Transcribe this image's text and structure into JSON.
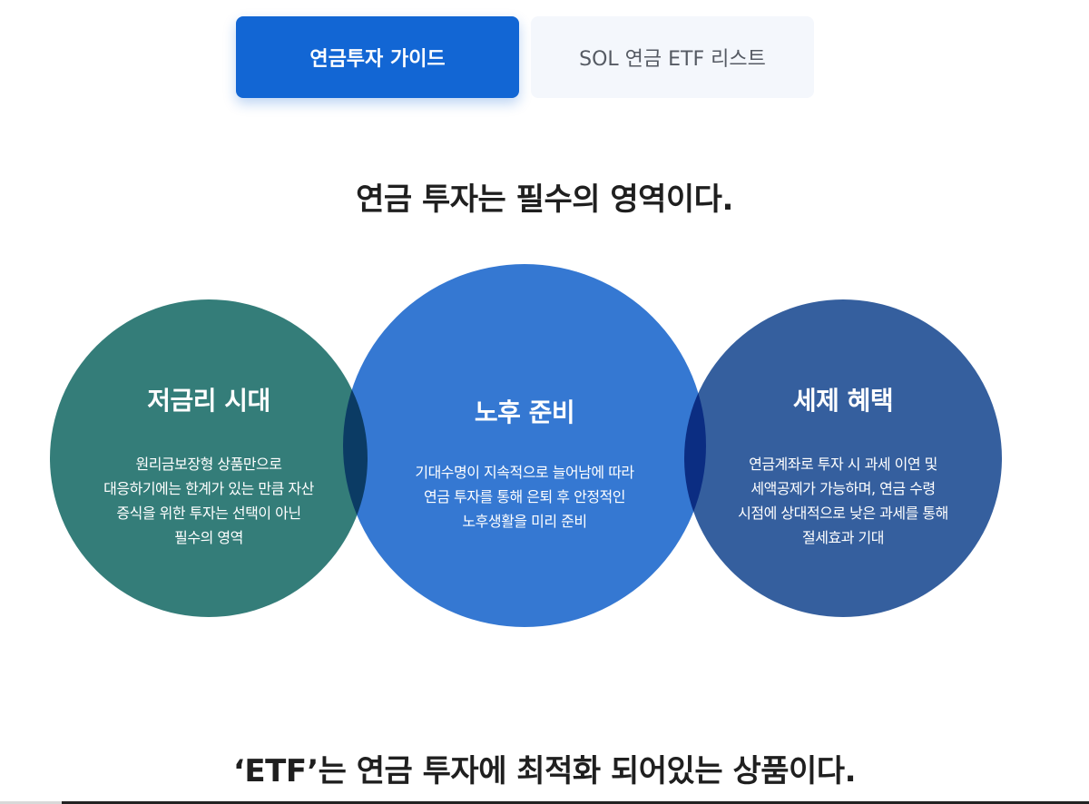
{
  "tabs": [
    {
      "label": "연금투자 가이드",
      "active": true
    },
    {
      "label": "SOL 연금 ETF 리스트",
      "active": false
    }
  ],
  "section_heading": "연금 투자는 필수의 영역이다.",
  "circles": [
    {
      "title": "저금리 시대",
      "lines": [
        "원리금보장형 상품만으로",
        "대응하기에는 한계가 있는 만큼 자산",
        "증식을 위한 투자는 선택이 아닌",
        "필수의 영역"
      ],
      "color": "#1f7a74"
    },
    {
      "title": "노후 준비",
      "lines": [
        "기대수명이 지속적으로 늘어남에 따라",
        "연금 투자를 통해 은퇴 후 안정적인",
        "노후생활을 미리 준비"
      ],
      "color": "#2f78d0"
    },
    {
      "title": "세제 혜택",
      "lines": [
        "연금계좌로 투자 시 과세 이연 및",
        "세액공제가 가능하며, 연금 수령",
        "시점에 상대적으로 낮은 과세를 통해",
        "절세효과 기대"
      ],
      "color": "#2d5a9e"
    }
  ],
  "bottom_heading": "‘ETF’는 연금 투자에 최적화 되어있는 상품이다.",
  "colors": {
    "tab_active_bg": "#1266d4",
    "tab_inactive_bg": "#f4f7fc"
  }
}
